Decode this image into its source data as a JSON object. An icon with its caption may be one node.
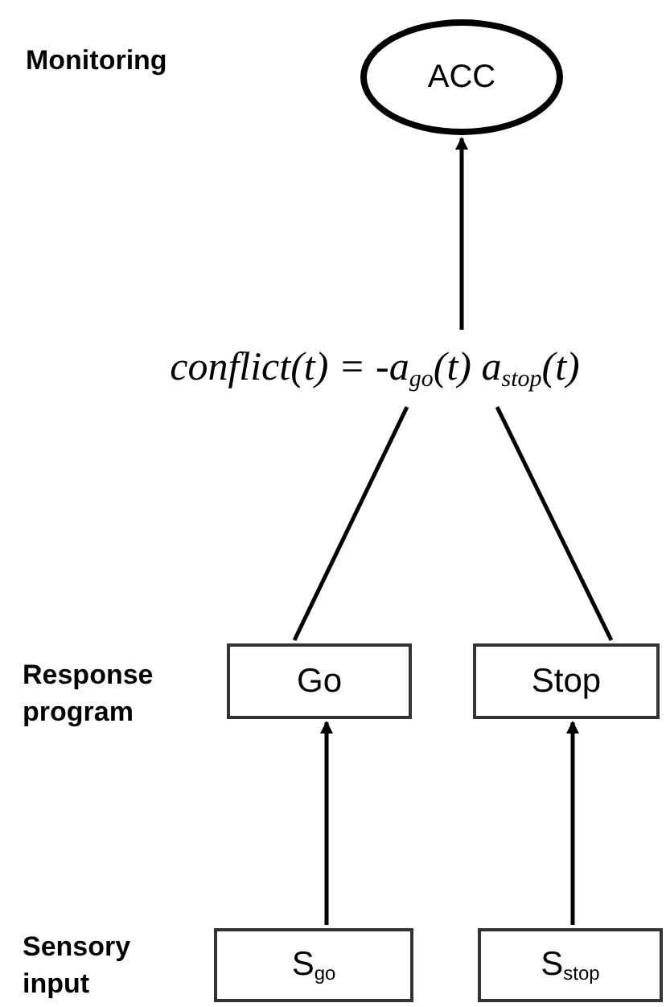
{
  "diagram": {
    "nodes": [
      {
        "text": [
          "ACC"
        ]
      },
      {
        "text": [
          "conflict(t) = -a$_{go}$(t) a$_{stop}$(t)"
        ]
      },
      {
        "text": [
          "Go"
        ]
      },
      {
        "text": [
          "Stop"
        ]
      },
      {
        "text": [
          "S$_{go}$"
        ]
      },
      {
        "text": [
          "S$_{stop}$"
        ]
      }
    ],
    "edges": [
      {
        "from": 1,
        "to": 0,
        "arrow": "to"
      },
      {
        "from": 2,
        "to": 1,
        "arrow": "none"
      },
      {
        "from": 3,
        "to": 1,
        "arrow": "none"
      },
      {
        "from": 4,
        "to": 2,
        "arrow": "to"
      },
      {
        "from": 5,
        "to": 3,
        "arrow": "to"
      }
    ],
    "labels": [
      "Monitoring",
      "Response program",
      "Sensory input"
    ]
  }
}
